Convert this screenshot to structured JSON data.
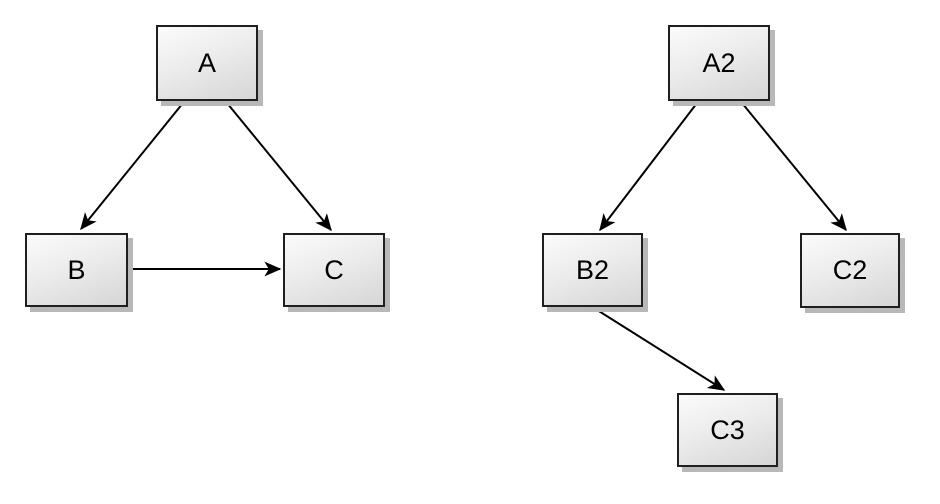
{
  "diagram": {
    "left_graph": {
      "nodes": [
        {
          "id": "A",
          "label": "A"
        },
        {
          "id": "B",
          "label": "B"
        },
        {
          "id": "C",
          "label": "C"
        }
      ],
      "edges": [
        {
          "from": "A",
          "to": "B"
        },
        {
          "from": "A",
          "to": "C"
        },
        {
          "from": "B",
          "to": "C"
        }
      ]
    },
    "right_graph": {
      "nodes": [
        {
          "id": "A2",
          "label": "A2"
        },
        {
          "id": "B2",
          "label": "B2"
        },
        {
          "id": "C2",
          "label": "C2"
        },
        {
          "id": "C3",
          "label": "C3"
        }
      ],
      "edges": [
        {
          "from": "A2",
          "to": "B2"
        },
        {
          "from": "A2",
          "to": "C2"
        },
        {
          "from": "B2",
          "to": "C3"
        }
      ]
    },
    "colors": {
      "background": "#ffffff",
      "node_fill_top": "#fbfbfb",
      "node_fill_bottom": "#d6d6d6",
      "node_border": "#1f1f1f",
      "node_shadow": "#b8b8b8",
      "edge": "#000000"
    }
  }
}
